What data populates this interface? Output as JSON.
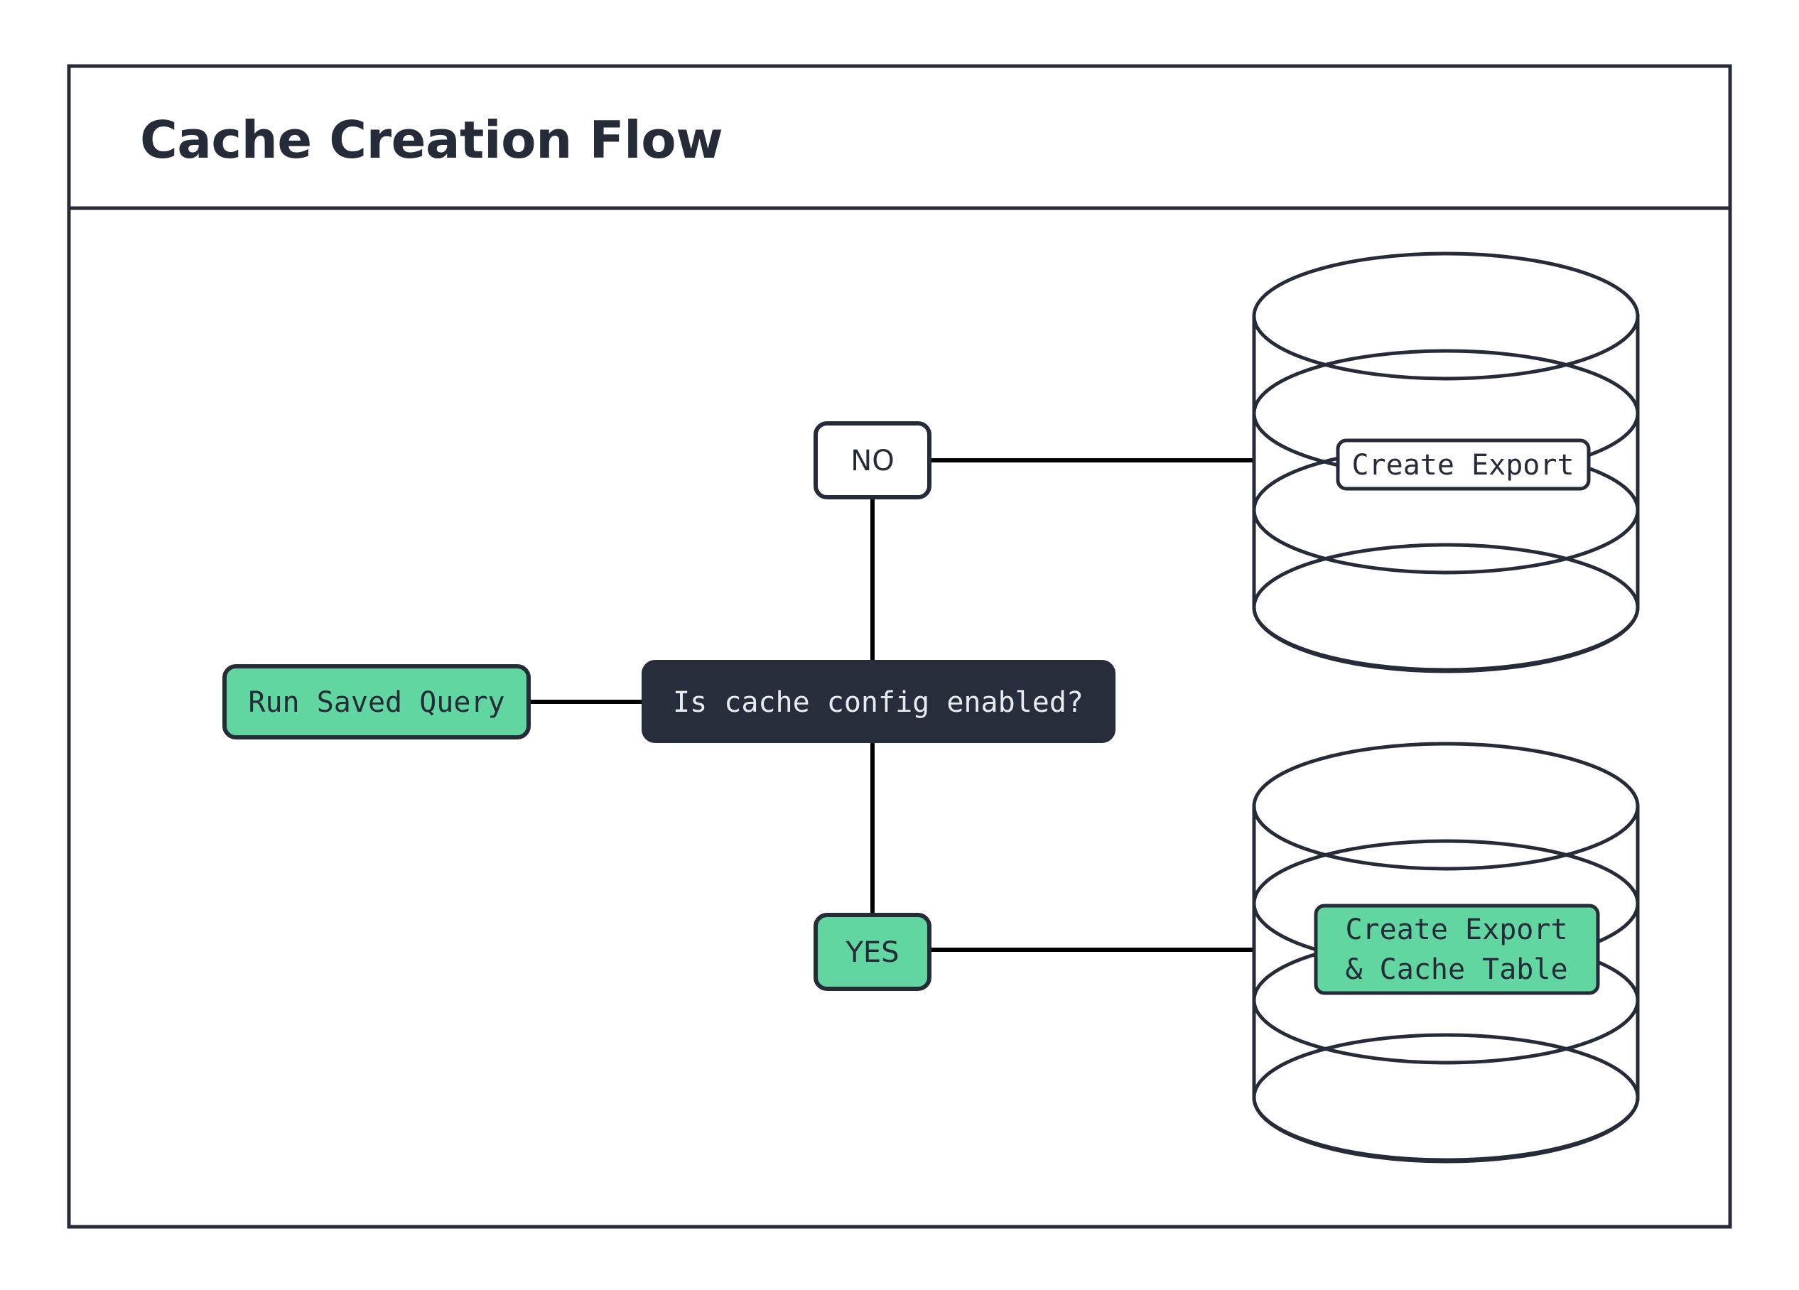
{
  "diagram": {
    "title": "Cache Creation Flow",
    "colors": {
      "accent_green": "#61D6A0",
      "dark_navy": "#282D3C",
      "border": "#262B3A",
      "connector": "#000000",
      "background": "#FFFFFF"
    },
    "nodes": {
      "start": {
        "label": "Run Saved Query",
        "shape": "rounded-rect",
        "fill": "green"
      },
      "decision": {
        "label": "Is cache config enabled?",
        "shape": "rounded-rect",
        "fill": "dark"
      },
      "branch_no": {
        "label": "NO",
        "shape": "rounded-rect",
        "fill": "white"
      },
      "branch_yes": {
        "label": "YES",
        "shape": "rounded-rect",
        "fill": "green"
      },
      "database_no": {
        "label": "Create Export",
        "shape": "cylinder",
        "fill": "white"
      },
      "database_yes": {
        "label_line_1": "Create Export",
        "label_line_2": "& Cache Table",
        "shape": "cylinder",
        "fill": "green"
      }
    },
    "edges": [
      {
        "from": "start",
        "to": "decision"
      },
      {
        "from": "decision",
        "to": "branch_no"
      },
      {
        "from": "decision",
        "to": "branch_yes"
      },
      {
        "from": "branch_no",
        "to": "database_no"
      },
      {
        "from": "branch_yes",
        "to": "database_yes"
      }
    ]
  }
}
